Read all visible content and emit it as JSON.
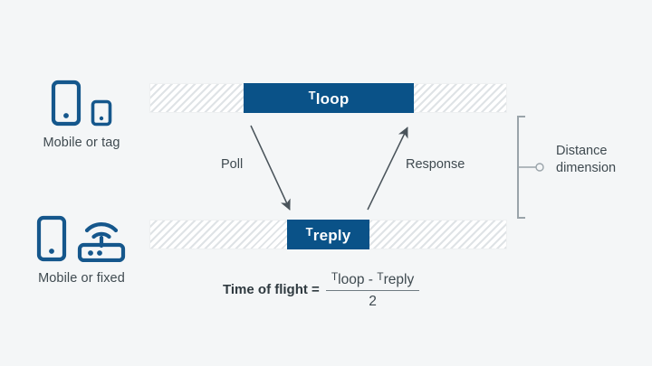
{
  "canvas": {
    "background": "#f4f6f7",
    "accent_blue": "#0a5288",
    "icon_blue": "#15578c",
    "text_color": "#3f4a50",
    "hatch_color": "#dfe3e6"
  },
  "nodes": {
    "top": {
      "icons": [
        "smartphone-icon",
        "tag-icon"
      ],
      "label": "Mobile or tag"
    },
    "bottom": {
      "icons": [
        "smartphone-icon",
        "router-icon"
      ],
      "label": "Mobile or fixed"
    }
  },
  "timeline": {
    "top_segment": {
      "symbol": "T",
      "subscript": "loop",
      "name": "t-loop-segment"
    },
    "bottom_segment": {
      "symbol": "T",
      "subscript": "reply",
      "name": "t-reply-segment"
    }
  },
  "arrows": [
    {
      "name": "poll-arrow",
      "label": "Poll",
      "direction": "down-right"
    },
    {
      "name": "response-arrow",
      "label": "Response",
      "direction": "up-right"
    }
  ],
  "dimension": {
    "label_line1": "Distance",
    "label_line2": "dimension"
  },
  "formula": {
    "lhs": "Time of flight =",
    "numerator_left_symbol": "T",
    "numerator_left_sub": "loop",
    "operator": "-",
    "numerator_right_symbol": "T",
    "numerator_right_sub": "reply",
    "denominator": "2"
  }
}
